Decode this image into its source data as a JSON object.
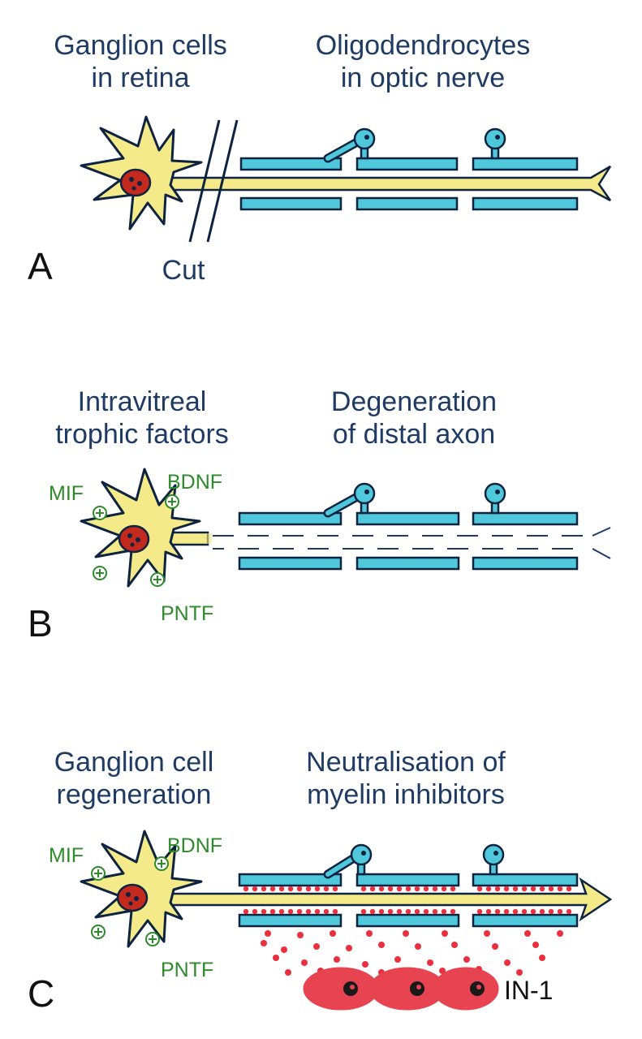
{
  "panels": [
    {
      "letter": "A",
      "left_heading": [
        "Ganglion cells",
        "in retina"
      ],
      "right_heading": [
        "Oligodendrocytes",
        "in optic nerve"
      ],
      "cut_label": "Cut"
    },
    {
      "letter": "B",
      "left_heading": [
        "Intravitreal",
        "trophic factors"
      ],
      "right_heading": [
        "Degeneration",
        "of distal axon"
      ],
      "factors": [
        "MIF",
        "BDNF",
        "PNTF"
      ]
    },
    {
      "letter": "C",
      "left_heading": [
        "Ganglion cell",
        "regeneration"
      ],
      "right_heading": [
        "Neutralisation of",
        "myelin inhibitors"
      ],
      "factors": [
        "MIF",
        "BDNF",
        "PNTF"
      ],
      "antibody_label": "IN-1"
    }
  ],
  "colors": {
    "heading_text": "#1f3b63",
    "factor_text": "#2e8b2a",
    "axon_fill": "#f4ea8a",
    "sheath_fill": "#4fc8dc",
    "nucleus_fill": "#c4291e",
    "inhibitor_red": "#e8303f",
    "outline": "#0d2340"
  }
}
